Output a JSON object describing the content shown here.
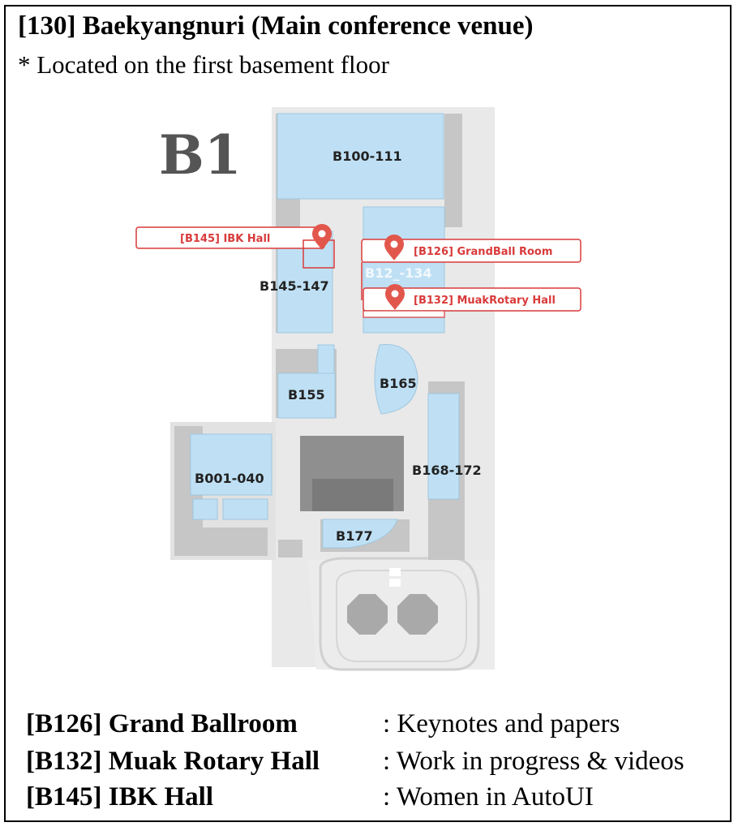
{
  "header": {
    "title": "[130] Baekyangnuri (Main conference venue)",
    "subtitle": "* Located on the first basement floor"
  },
  "map": {
    "floor": "B1",
    "rooms": [
      "B100-111",
      "B145-147",
      "B155",
      "B165",
      "B001-040",
      "B168-172",
      "B177"
    ],
    "faded_label": "B12_-134",
    "callouts": [
      {
        "label": "[B145] IBK Hall"
      },
      {
        "label": "[B126] GrandBall Room"
      },
      {
        "label": "[B132] MuakRotary Hall"
      }
    ],
    "colors": {
      "room": "#bfe0f4",
      "building": "#c9c9c9",
      "dark": "#8c8c8c",
      "ground": "#e6e6e6",
      "callout": "#d93a3a"
    }
  },
  "legend": [
    {
      "room": "[B126] Grand Ballroom",
      "desc": ": Keynotes and papers"
    },
    {
      "room": "[B132] Muak Rotary Hall",
      "desc": ": Work in progress & videos"
    },
    {
      "room": "[B145] IBK Hall",
      "desc": ": Women in AutoUI"
    }
  ]
}
